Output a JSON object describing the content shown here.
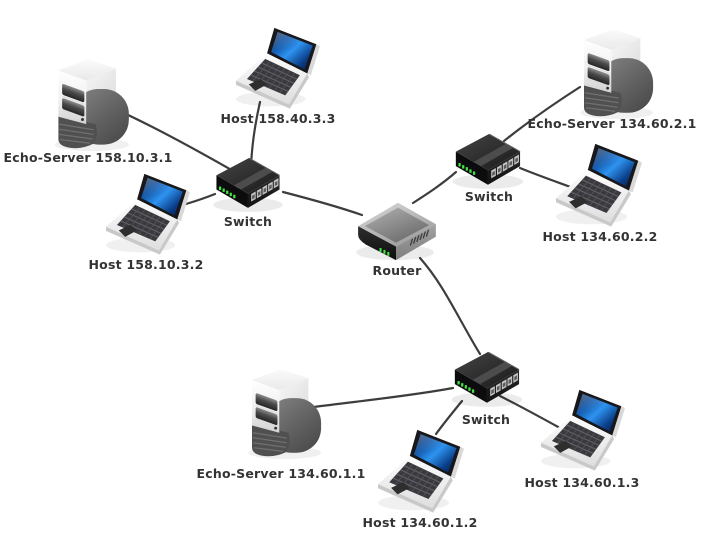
{
  "diagram": {
    "type": "network-topology",
    "background": "#ffffff",
    "colors": {
      "label_text": "#333333",
      "cable": "#3d3d3d",
      "led_green": "#42e542",
      "screen_blue": "#2e93f0",
      "switch_body": "#1b1b1b",
      "router_body": "#9a9a9a"
    },
    "nodes": [
      {
        "id": "echo-server-158.10.3.1",
        "device": "server",
        "icon": "server-tower-icon",
        "label": "Echo-Server 158.10.3.1"
      },
      {
        "id": "host-158.40.3.3",
        "device": "laptop",
        "icon": "laptop-icon",
        "label": "Host 158.40.3.3"
      },
      {
        "id": "switch-1",
        "device": "switch",
        "icon": "switch-icon",
        "label": "Switch"
      },
      {
        "id": "host-158.10.3.2",
        "device": "laptop",
        "icon": "laptop-icon",
        "label": "Host 158.10.3.2"
      },
      {
        "id": "router",
        "device": "router",
        "icon": "router-icon",
        "label": "Router"
      },
      {
        "id": "switch-2",
        "device": "switch",
        "icon": "switch-icon",
        "label": "Switch"
      },
      {
        "id": "echo-server-134.60.2.1",
        "device": "server",
        "icon": "server-tower-icon",
        "label": "Echo-Server 134.60.2.1"
      },
      {
        "id": "host-134.60.2.2",
        "device": "laptop",
        "icon": "laptop-icon",
        "label": "Host 134.60.2.2"
      },
      {
        "id": "switch-3",
        "device": "switch",
        "icon": "switch-icon",
        "label": "Switch"
      },
      {
        "id": "echo-server-134.60.1.1",
        "device": "server",
        "icon": "server-tower-icon",
        "label": "Echo-Server 134.60.1.1"
      },
      {
        "id": "host-134.60.1.2",
        "device": "laptop",
        "icon": "laptop-icon",
        "label": "Host 134.60.1.2"
      },
      {
        "id": "host-134.60.1.3",
        "device": "laptop",
        "icon": "laptop-icon",
        "label": "Host 134.60.1.3"
      }
    ],
    "links": [
      {
        "from": "echo-server-158.10.3.1",
        "to": "switch-1"
      },
      {
        "from": "host-158.40.3.3",
        "to": "switch-1"
      },
      {
        "from": "host-158.10.3.2",
        "to": "switch-1"
      },
      {
        "from": "switch-1",
        "to": "router"
      },
      {
        "from": "router",
        "to": "switch-2"
      },
      {
        "from": "switch-2",
        "to": "echo-server-134.60.2.1"
      },
      {
        "from": "switch-2",
        "to": "host-134.60.2.2"
      },
      {
        "from": "router",
        "to": "switch-3"
      },
      {
        "from": "echo-server-134.60.1.1",
        "to": "switch-3"
      },
      {
        "from": "switch-3",
        "to": "host-134.60.1.2"
      },
      {
        "from": "switch-3",
        "to": "host-134.60.1.3"
      }
    ]
  }
}
